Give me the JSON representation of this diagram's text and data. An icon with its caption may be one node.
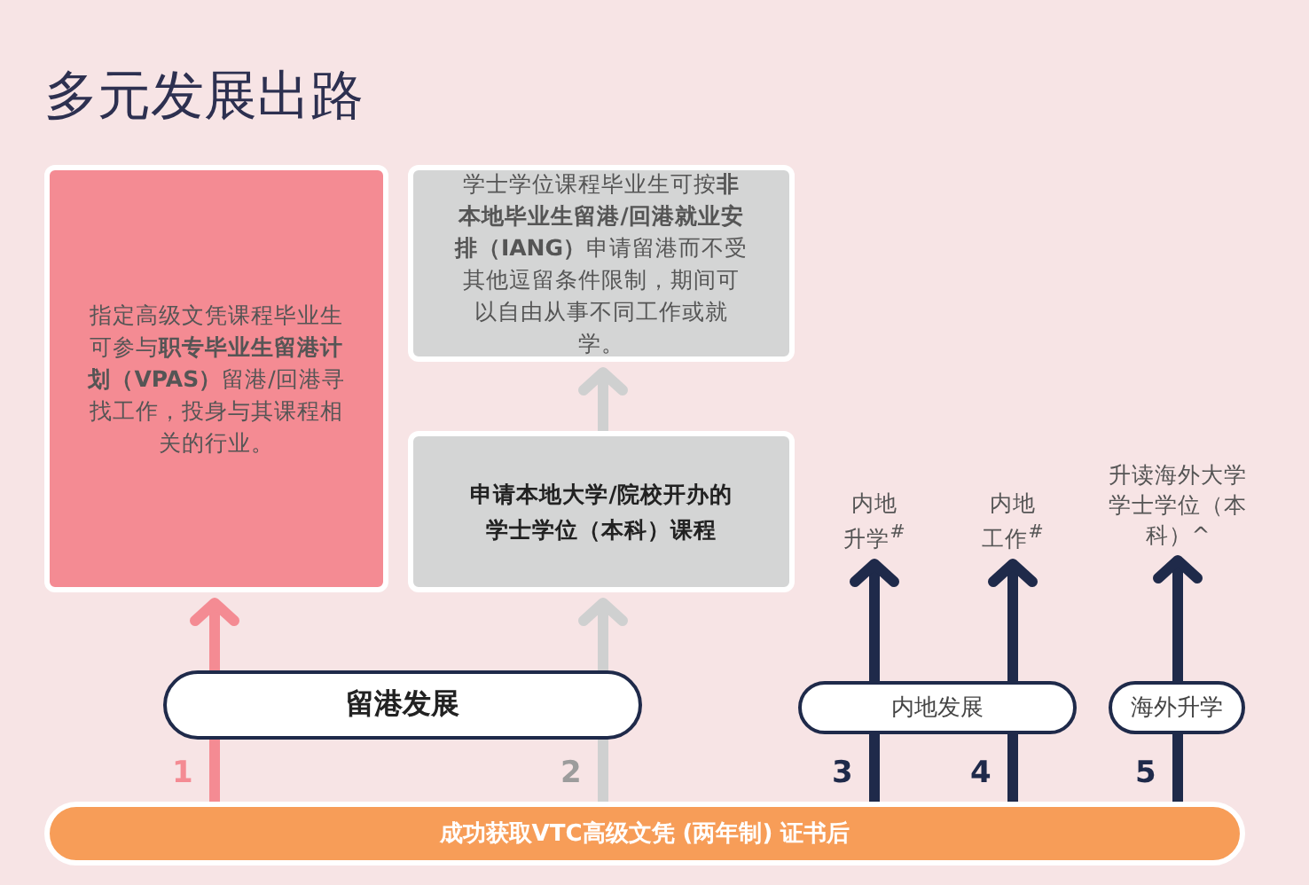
{
  "diagram": {
    "title": "多元发展出路",
    "nodes": [
      {
        "text": [
          "成功获取VTC高级文凭 (两年制) 证书后"
        ]
      },
      {
        "text": [
          "留港发展"
        ]
      },
      {
        "text": [
          "内地发展"
        ]
      },
      {
        "text": [
          "海外升学"
        ]
      },
      {
        "text": [
          "指定高级文凭课程毕业生可参与**职专毕业生留港计划（VPAS）**留港/回港寻找工作，投身与其课程相关的行业。"
        ]
      },
      {
        "text": [
          "申请本地大学/院校开办的学士学位（本科）课程"
        ]
      },
      {
        "text": [
          "学士学位课程毕业生可按**非本地毕业生留港/回港就业安排（IANG）**申请留港而不受其他逗留条件限制，期间可以自由从事不同工作或就学。"
        ]
      },
      {
        "text": [
          "内地升学$^{#}$"
        ]
      },
      {
        "text": [
          "内地工作$^{#}$"
        ]
      },
      {
        "text": [
          "升读海外大学学士学位（本科）^"
        ]
      }
    ],
    "edges": [
      {
        "from": 0,
        "to": 1,
        "arrow": "none",
        "label": "1",
        "color": "#f48b93"
      },
      {
        "from": 1,
        "to": 4,
        "arrow": "to",
        "color": "#f48b93"
      },
      {
        "from": 0,
        "to": 1,
        "arrow": "none",
        "label": "2",
        "color": "#cfd0d0"
      },
      {
        "from": 1,
        "to": 5,
        "arrow": "to",
        "color": "#cfd0d0"
      },
      {
        "from": 5,
        "to": 6,
        "arrow": "to",
        "color": "#cfd0d0"
      },
      {
        "from": 0,
        "to": 2,
        "arrow": "none",
        "label": "3"
      },
      {
        "from": 2,
        "to": 7,
        "arrow": "to"
      },
      {
        "from": 0,
        "to": 2,
        "arrow": "none",
        "label": "4"
      },
      {
        "from": 2,
        "to": 8,
        "arrow": "to"
      },
      {
        "from": 0,
        "to": 3,
        "arrow": "none",
        "label": "5"
      },
      {
        "from": 3,
        "to": 9,
        "arrow": "to"
      }
    ]
  }
}
